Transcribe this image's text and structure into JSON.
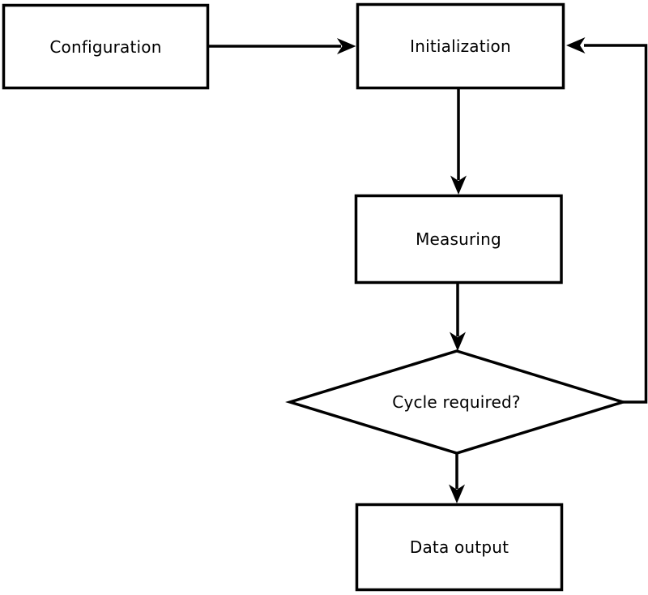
{
  "diagram": {
    "type": "flowchart",
    "background_color": "#ffffff",
    "stroke_color": "#000000",
    "node_fill_color": "#ffffff",
    "text_color": "#000000",
    "nodes": [
      {
        "id": "configuration",
        "label": "Configuration",
        "shape": "rectangle"
      },
      {
        "id": "initialization",
        "label": "Initialization",
        "shape": "rectangle"
      },
      {
        "id": "measuring",
        "label": "Measuring",
        "shape": "rectangle"
      },
      {
        "id": "cycle-required",
        "label": "Cycle required?",
        "shape": "diamond"
      },
      {
        "id": "data-output",
        "label": "Data output",
        "shape": "rectangle"
      }
    ],
    "edges": [
      {
        "from": "configuration",
        "to": "initialization",
        "direction": "right"
      },
      {
        "from": "initialization",
        "to": "measuring",
        "direction": "down"
      },
      {
        "from": "measuring",
        "to": "cycle-required",
        "direction": "down"
      },
      {
        "from": "cycle-required",
        "to": "data-output",
        "direction": "down"
      },
      {
        "from": "cycle-required",
        "to": "initialization",
        "direction": "right-then-up-loop"
      }
    ]
  }
}
